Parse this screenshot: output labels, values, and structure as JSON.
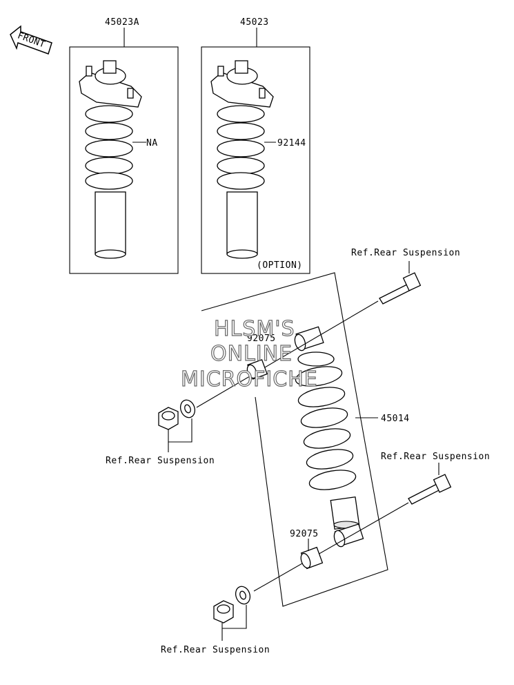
{
  "labels": {
    "front": "FRONT",
    "part_45023A": "45023A",
    "part_45023": "45023",
    "part_NA": "NA",
    "part_92144": "92144",
    "option": "(OPTION)",
    "part_45014": "45014",
    "part_92075_top": "92075",
    "part_92075_bottom": "92075",
    "ref_top_right": "Ref.Rear Suspension",
    "ref_left": "Ref.Rear Suspension",
    "ref_mid_right": "Ref.Rear Suspension",
    "ref_bottom": "Ref.Rear Suspension"
  },
  "watermark": {
    "line1": "HLSM'S",
    "line2": "ONLINE",
    "line3": "MICROFICHE"
  }
}
